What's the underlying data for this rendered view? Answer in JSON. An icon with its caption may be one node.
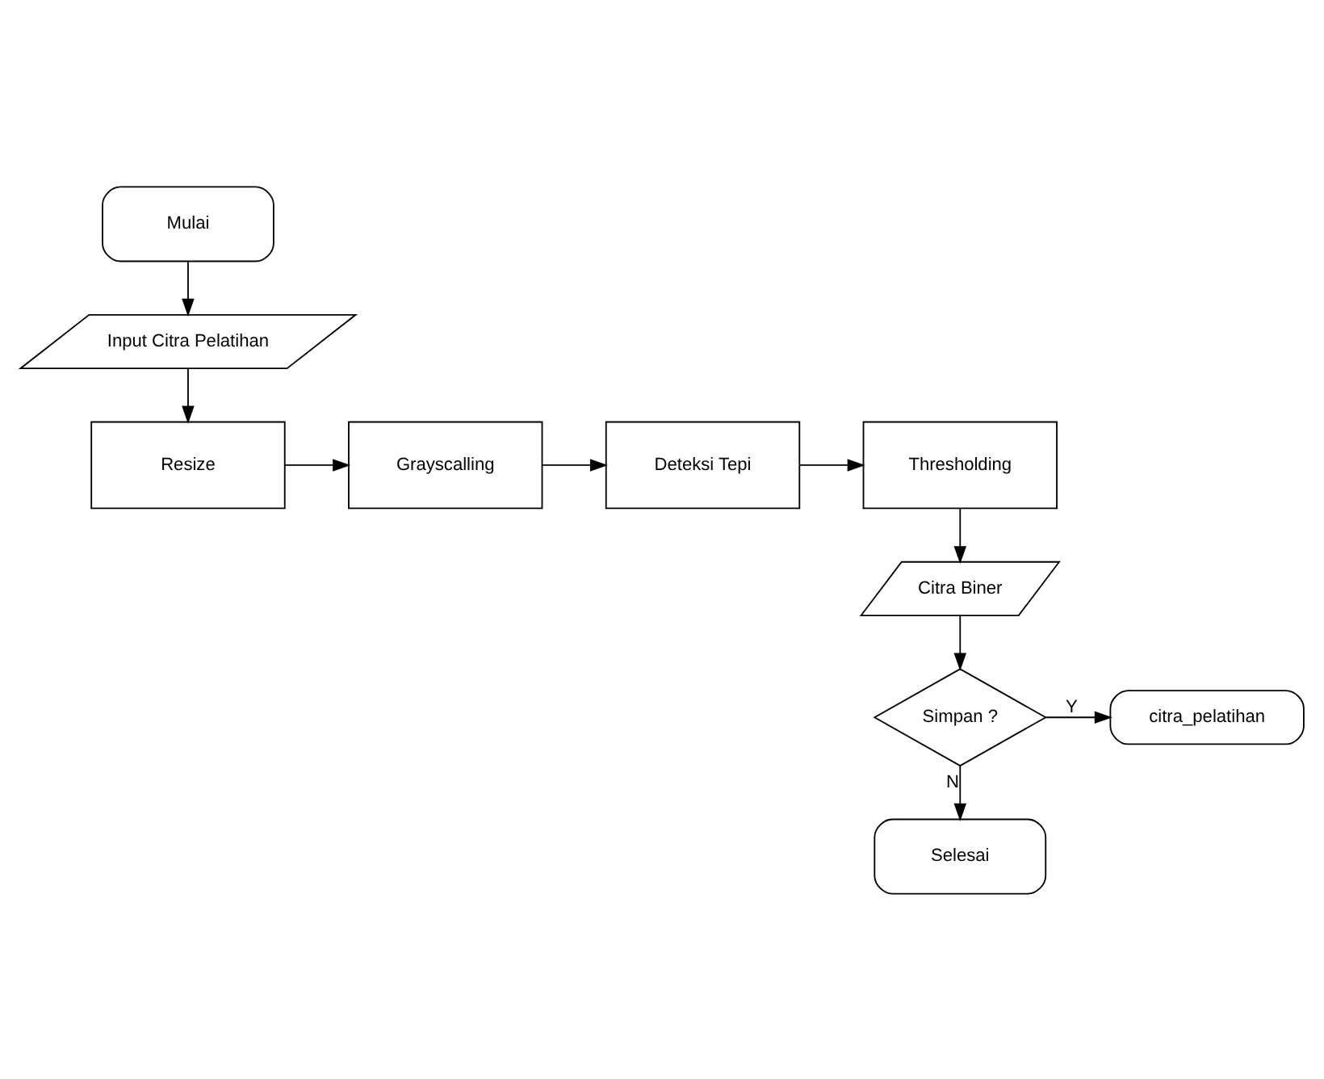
{
  "diagram": {
    "nodes": [
      {
        "text": [
          "Mulai"
        ]
      },
      {
        "text": [
          "Input Citra Pelatihan"
        ]
      },
      {
        "text": [
          "Resize"
        ]
      },
      {
        "text": [
          "Grayscalling"
        ]
      },
      {
        "text": [
          "Deteksi Tepi"
        ]
      },
      {
        "text": [
          "Thresholding"
        ]
      },
      {
        "text": [
          "Citra Biner"
        ]
      },
      {
        "text": [
          "Simpan ?"
        ]
      },
      {
        "text": [
          "citra_pelatihan"
        ]
      },
      {
        "text": [
          "Selesai"
        ]
      }
    ],
    "edges": [
      {
        "from": 0,
        "to": 1,
        "arrow": "to"
      },
      {
        "from": 1,
        "to": 2,
        "arrow": "to"
      },
      {
        "from": 2,
        "to": 3,
        "arrow": "to"
      },
      {
        "from": 3,
        "to": 4,
        "arrow": "to"
      },
      {
        "from": 4,
        "to": 5,
        "arrow": "to"
      },
      {
        "from": 5,
        "to": 6,
        "arrow": "to"
      },
      {
        "from": 6,
        "to": 7,
        "arrow": "to"
      },
      {
        "from": 7,
        "to": 8,
        "label": "Y",
        "arrow": "to"
      },
      {
        "from": 7,
        "to": 9,
        "label": "N",
        "arrow": "to"
      }
    ]
  }
}
